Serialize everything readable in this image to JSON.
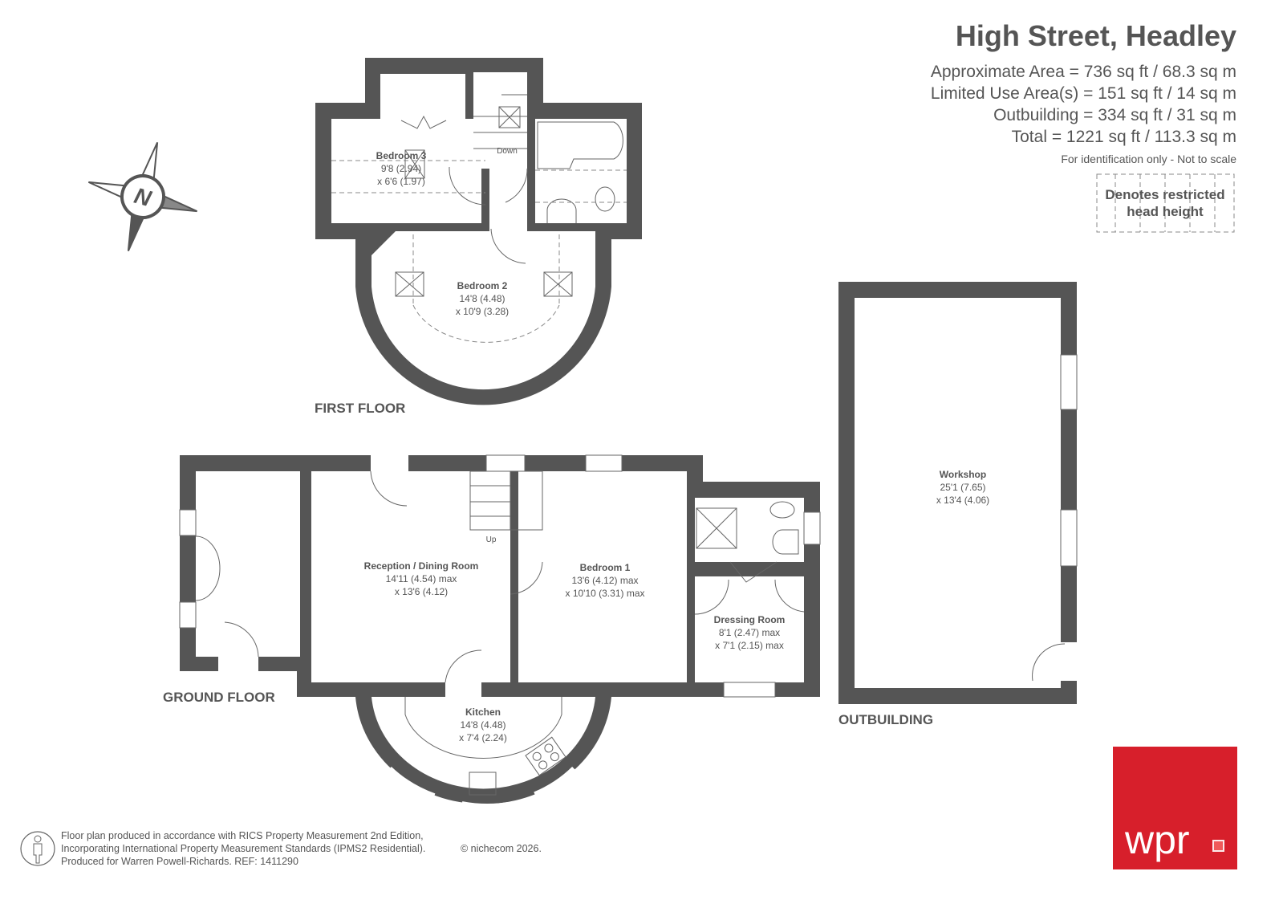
{
  "header": {
    "title": "High Street, Headley",
    "areas": [
      "Approximate Area = 736 sq ft / 68.3 sq m",
      "Limited Use Area(s) = 151 sq ft / 14 sq m",
      "Outbuilding = 334 sq ft / 31 sq m",
      "Total = 1221 sq ft / 113.3 sq m"
    ],
    "disclaimer": "For identification only - Not to scale",
    "legend_line1": "Denotes restricted",
    "legend_line2": "head height"
  },
  "compass": {
    "letter": "N"
  },
  "first_floor": {
    "label": "FIRST FLOOR",
    "stairs_label": "Down",
    "rooms": [
      {
        "name": "Bedroom 3",
        "dim1": "9'8 (2.94)",
        "dim2": "x 6'6 (1.97)"
      },
      {
        "name": "Bedroom 2",
        "dim1": "14'8 (4.48)",
        "dim2": "x 10'9 (3.28)"
      }
    ]
  },
  "ground_floor": {
    "label": "GROUND FLOOR",
    "stairs_label": "Up",
    "rooms": [
      {
        "name": "Reception / Dining Room",
        "dim1": "14'11 (4.54) max",
        "dim2": "x 13'6 (4.12)"
      },
      {
        "name": "Bedroom 1",
        "dim1": "13'6 (4.12) max",
        "dim2": "x 10'10 (3.31) max"
      },
      {
        "name": "Dressing Room",
        "dim1": "8'1 (2.47) max",
        "dim2": "x 7'1 (2.15) max"
      },
      {
        "name": "Kitchen",
        "dim1": "14'8 (4.48)",
        "dim2": "x 7'4 (2.24)"
      }
    ]
  },
  "outbuilding": {
    "label": "OUTBUILDING",
    "room": {
      "name": "Workshop",
      "dim1": "25'1 (7.65)",
      "dim2": "x 13'4 (4.06)"
    }
  },
  "footer": {
    "line1": "Floor plan produced in accordance with RICS Property Measurement 2nd Edition,",
    "line2": "Incorporating International Property Measurement Standards (IPMS2 Residential).",
    "copyright": "© nichecom 2026.",
    "line3": "Produced for Warren Powell-Richards.   REF:    1411290"
  },
  "logo": {
    "text": "wpr",
    "color": "#d71f2b"
  },
  "colors": {
    "wall": "#555555",
    "text": "#555555"
  }
}
